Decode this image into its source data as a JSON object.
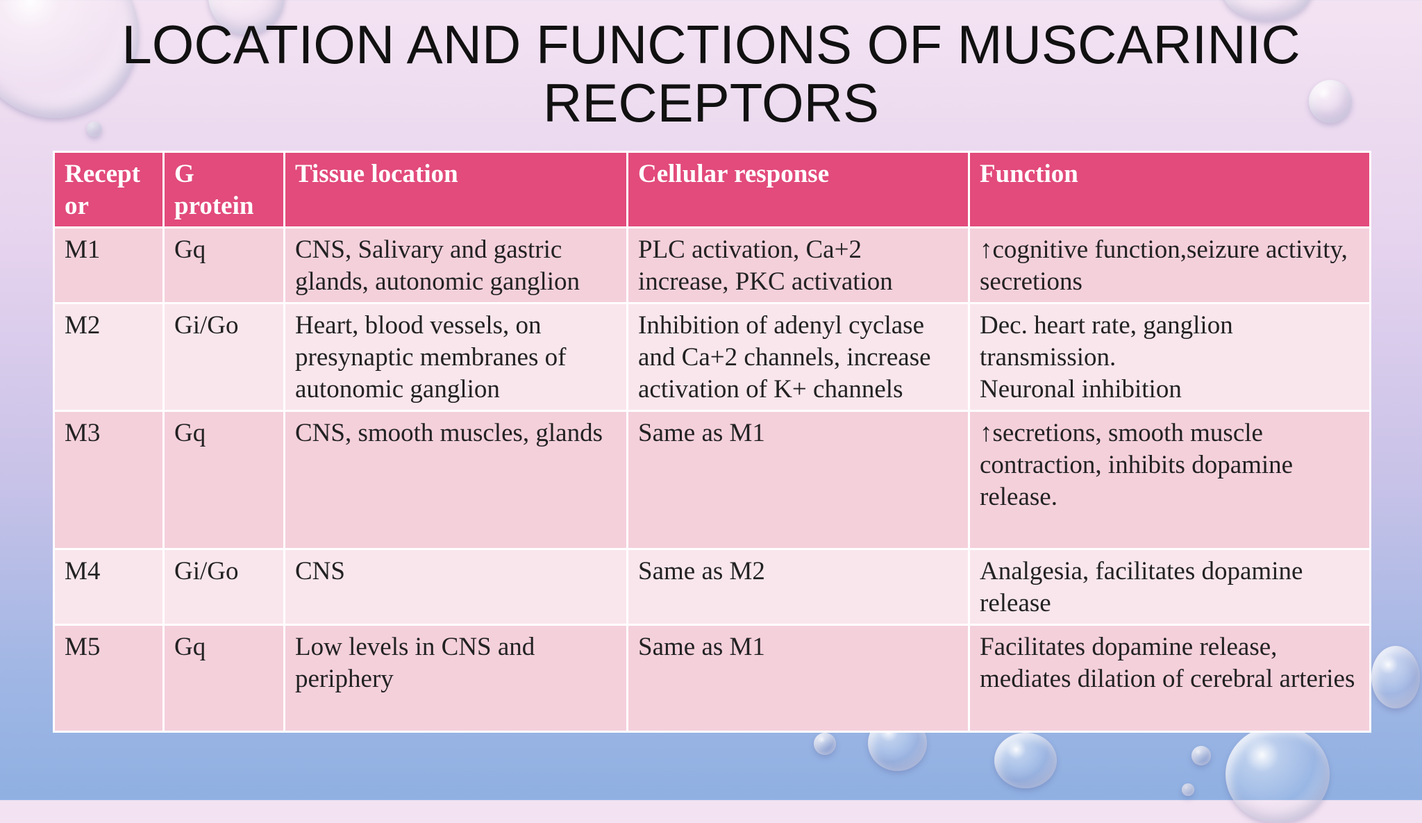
{
  "slide": {
    "title_line1": "LOCATION AND FUNCTIONS OF MUSCARINIC",
    "title_line2": "RECEPTORS"
  },
  "table": {
    "headers": [
      "Recept or",
      "G protein",
      "Tissue location",
      "Cellular response",
      "Function"
    ],
    "rows": [
      {
        "receptor": "M1",
        "g_protein": "Gq",
        "tissue": "CNS, Salivary and gastric glands, autonomic ganglion",
        "response": "PLC activation, Ca+2 increase, PKC activation",
        "function": "↑cognitive function,seizure activity, secretions"
      },
      {
        "receptor": "M2",
        "g_protein": "Gi/Go",
        "tissue": "Heart, blood vessels, on presynaptic membranes of autonomic ganglion",
        "response": "Inhibition of adenyl cyclase and Ca+2 channels, increase activation of K+ channels",
        "function": "Dec. heart rate, ganglion transmission.\nNeuronal inhibition"
      },
      {
        "receptor": "M3",
        "g_protein": "Gq",
        "tissue": "CNS, smooth muscles, glands",
        "response": "Same as M1",
        "function": "↑secretions, smooth muscle contraction, inhibits dopamine release."
      },
      {
        "receptor": "M4",
        "g_protein": "Gi/Go",
        "tissue": "CNS",
        "response": "Same as M2",
        "function": "Analgesia, facilitates dopamine release"
      },
      {
        "receptor": "M5",
        "g_protein": "Gq",
        "tissue": "Low levels in CNS and periphery",
        "response": "Same as M1",
        "function": "Facilitates dopamine release, mediates dilation of cerebral arteries"
      }
    ]
  },
  "colors": {
    "header_bg": "#e24b7c",
    "row_odd_bg": "#f4d0db",
    "row_even_bg": "#f9e6ec"
  }
}
